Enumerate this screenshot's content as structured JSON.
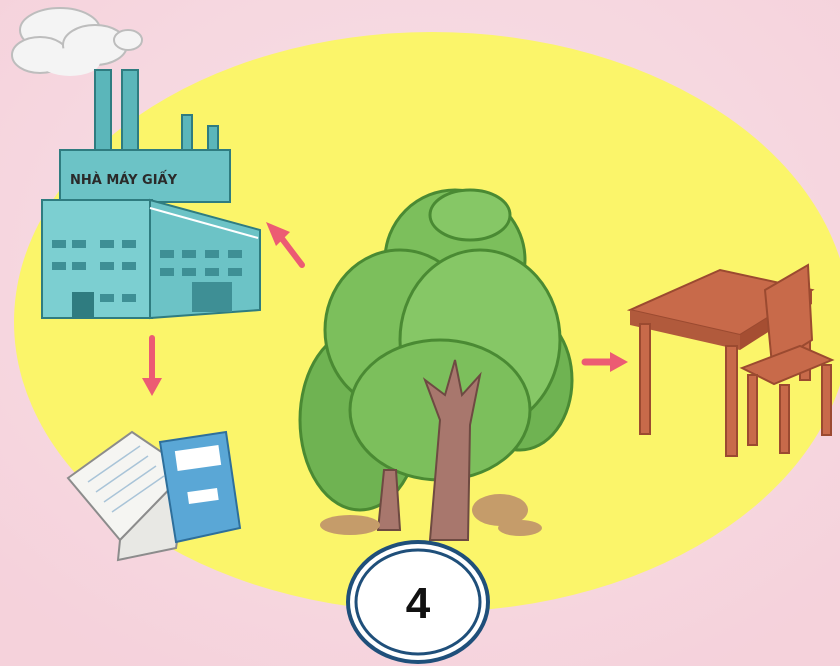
{
  "factory": {
    "sign_text": "NHÀ MÁY GIẤY",
    "label": "factory"
  },
  "badge": {
    "number": "4"
  },
  "colors": {
    "background": "#f6d6df",
    "ellipse": "#fbf56a",
    "arrow": "#ec5b73",
    "factory_body": "#6cc3c6",
    "factory_dark": "#3e8f95",
    "tree_leaf": "#7cbf5c",
    "tree_leaf_dark": "#5fa844",
    "tree_trunk": "#a8776d",
    "furniture": "#c86a4a",
    "furniture_dark": "#9b4a30",
    "book_blue": "#5aa7d6",
    "badge_ring": "#1f4f7a"
  },
  "icons": [
    "factory-icon",
    "smoke-cloud-icon",
    "book-icon",
    "tree-icon",
    "desk-icon",
    "chair-icon",
    "arrow-icon"
  ]
}
